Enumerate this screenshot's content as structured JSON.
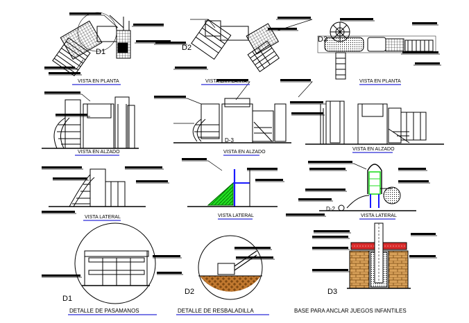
{
  "views": {
    "plan": "VISTA EN PLANTA",
    "elevation": "VISTA EN ALZADO",
    "lateral": "VISTA LATERAL"
  },
  "markers": {
    "d1": "D1",
    "d2": "D2",
    "d3": "D3",
    "ref_d3": "D-3",
    "ref_d2": "D-2"
  },
  "details": {
    "handrail": "DETALLE DE PASAMANOS",
    "slide": "DETALLE DE RESBALADILLA",
    "base": "BASE PARA ANCLAR JUEGOS INFANTILES"
  },
  "colors": {
    "line": "#000000",
    "title_underline": "#2b2bd6",
    "slide_fill": "#22dd22",
    "post_blue": "#1a1aff",
    "brick": "#c0782f",
    "concrete_top": "#d92b2b"
  }
}
